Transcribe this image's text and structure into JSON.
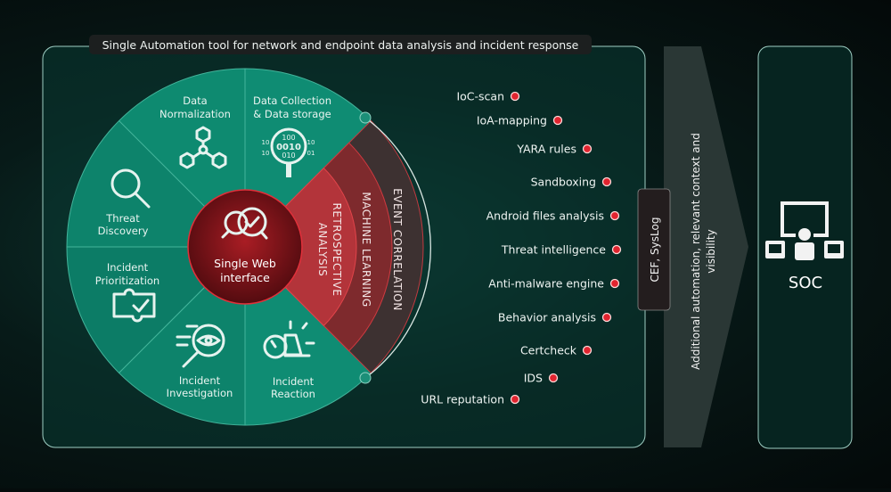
{
  "title": "Single Automation tool for network and endpoint data analysis and incident response",
  "center": {
    "line1": "Single Web",
    "line2": "interface",
    "icon": "magnifier-check-icon"
  },
  "sectors": [
    {
      "line1": "Data Collection",
      "line2": "& Data storage",
      "icon": "binary-magnifier-icon"
    },
    {
      "line1": "Data",
      "line2": "Normalization",
      "icon": "molecule-icon"
    },
    {
      "line1": "Threat",
      "line2": "Discovery",
      "icon": "magnifier-icon"
    },
    {
      "line1": "Incident",
      "line2": "Prioritization",
      "icon": "puzzle-check-icon"
    },
    {
      "line1": "Incident",
      "line2": "Investigation",
      "icon": "eye-magnifier-icon"
    },
    {
      "line1": "Incident",
      "line2": "Reaction",
      "icon": "stopwatch-alarm-icon"
    }
  ],
  "bands": [
    {
      "line1": "RETROSPECTIVE",
      "line2": "ANALYSIS"
    },
    {
      "line1": "MACHINE LEARNING"
    },
    {
      "line1": "EVENT CORRELATION"
    }
  ],
  "modules": [
    "IoC-scan",
    "IoA-mapping",
    "YARA rules",
    "Sandboxing",
    "Android files analysis",
    "Threat intelligence",
    "Anti-malware engine",
    "Behavior analysis",
    "Certcheck",
    "IDS",
    "URL reputation"
  ],
  "connector": "CEF, SysLog",
  "arrow": {
    "line1": "Additional automation, relevant context and",
    "line2": "visibility"
  },
  "soc": {
    "label": "SOC",
    "icon": "soc-operator-icon"
  },
  "colors": {
    "teal": "#0f8a72",
    "red": "#b3262c",
    "dot": "#e0242f"
  }
}
